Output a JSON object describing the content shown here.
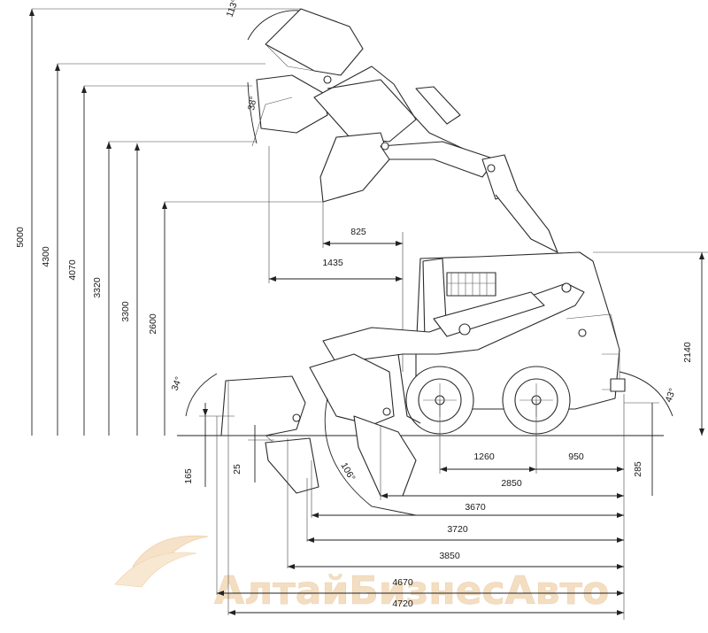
{
  "watermark": {
    "text": "АлтайБизнесАвто",
    "color": "#f3d9b8"
  },
  "angles": {
    "top_rollback": "113°",
    "upper_dump": "38°",
    "ground_dump": "34°",
    "bucket_rotation": "106°",
    "departure": "43°"
  },
  "heights": {
    "h5000": "5000",
    "h4300": "4300",
    "h4070": "4070",
    "h3320": "3320",
    "h3300": "3300",
    "h2600": "2600",
    "h2140": "2140",
    "h165": "165",
    "h25": "25",
    "h285": "285"
  },
  "reaches": {
    "r825": "825",
    "r1435": "1435"
  },
  "lengths": {
    "wheelbase": "1260",
    "rear": "950",
    "l2850": "2850",
    "l3670": "3670",
    "l3720": "3720",
    "l3850": "3850",
    "l4670": "4670",
    "l4720": "4720"
  }
}
